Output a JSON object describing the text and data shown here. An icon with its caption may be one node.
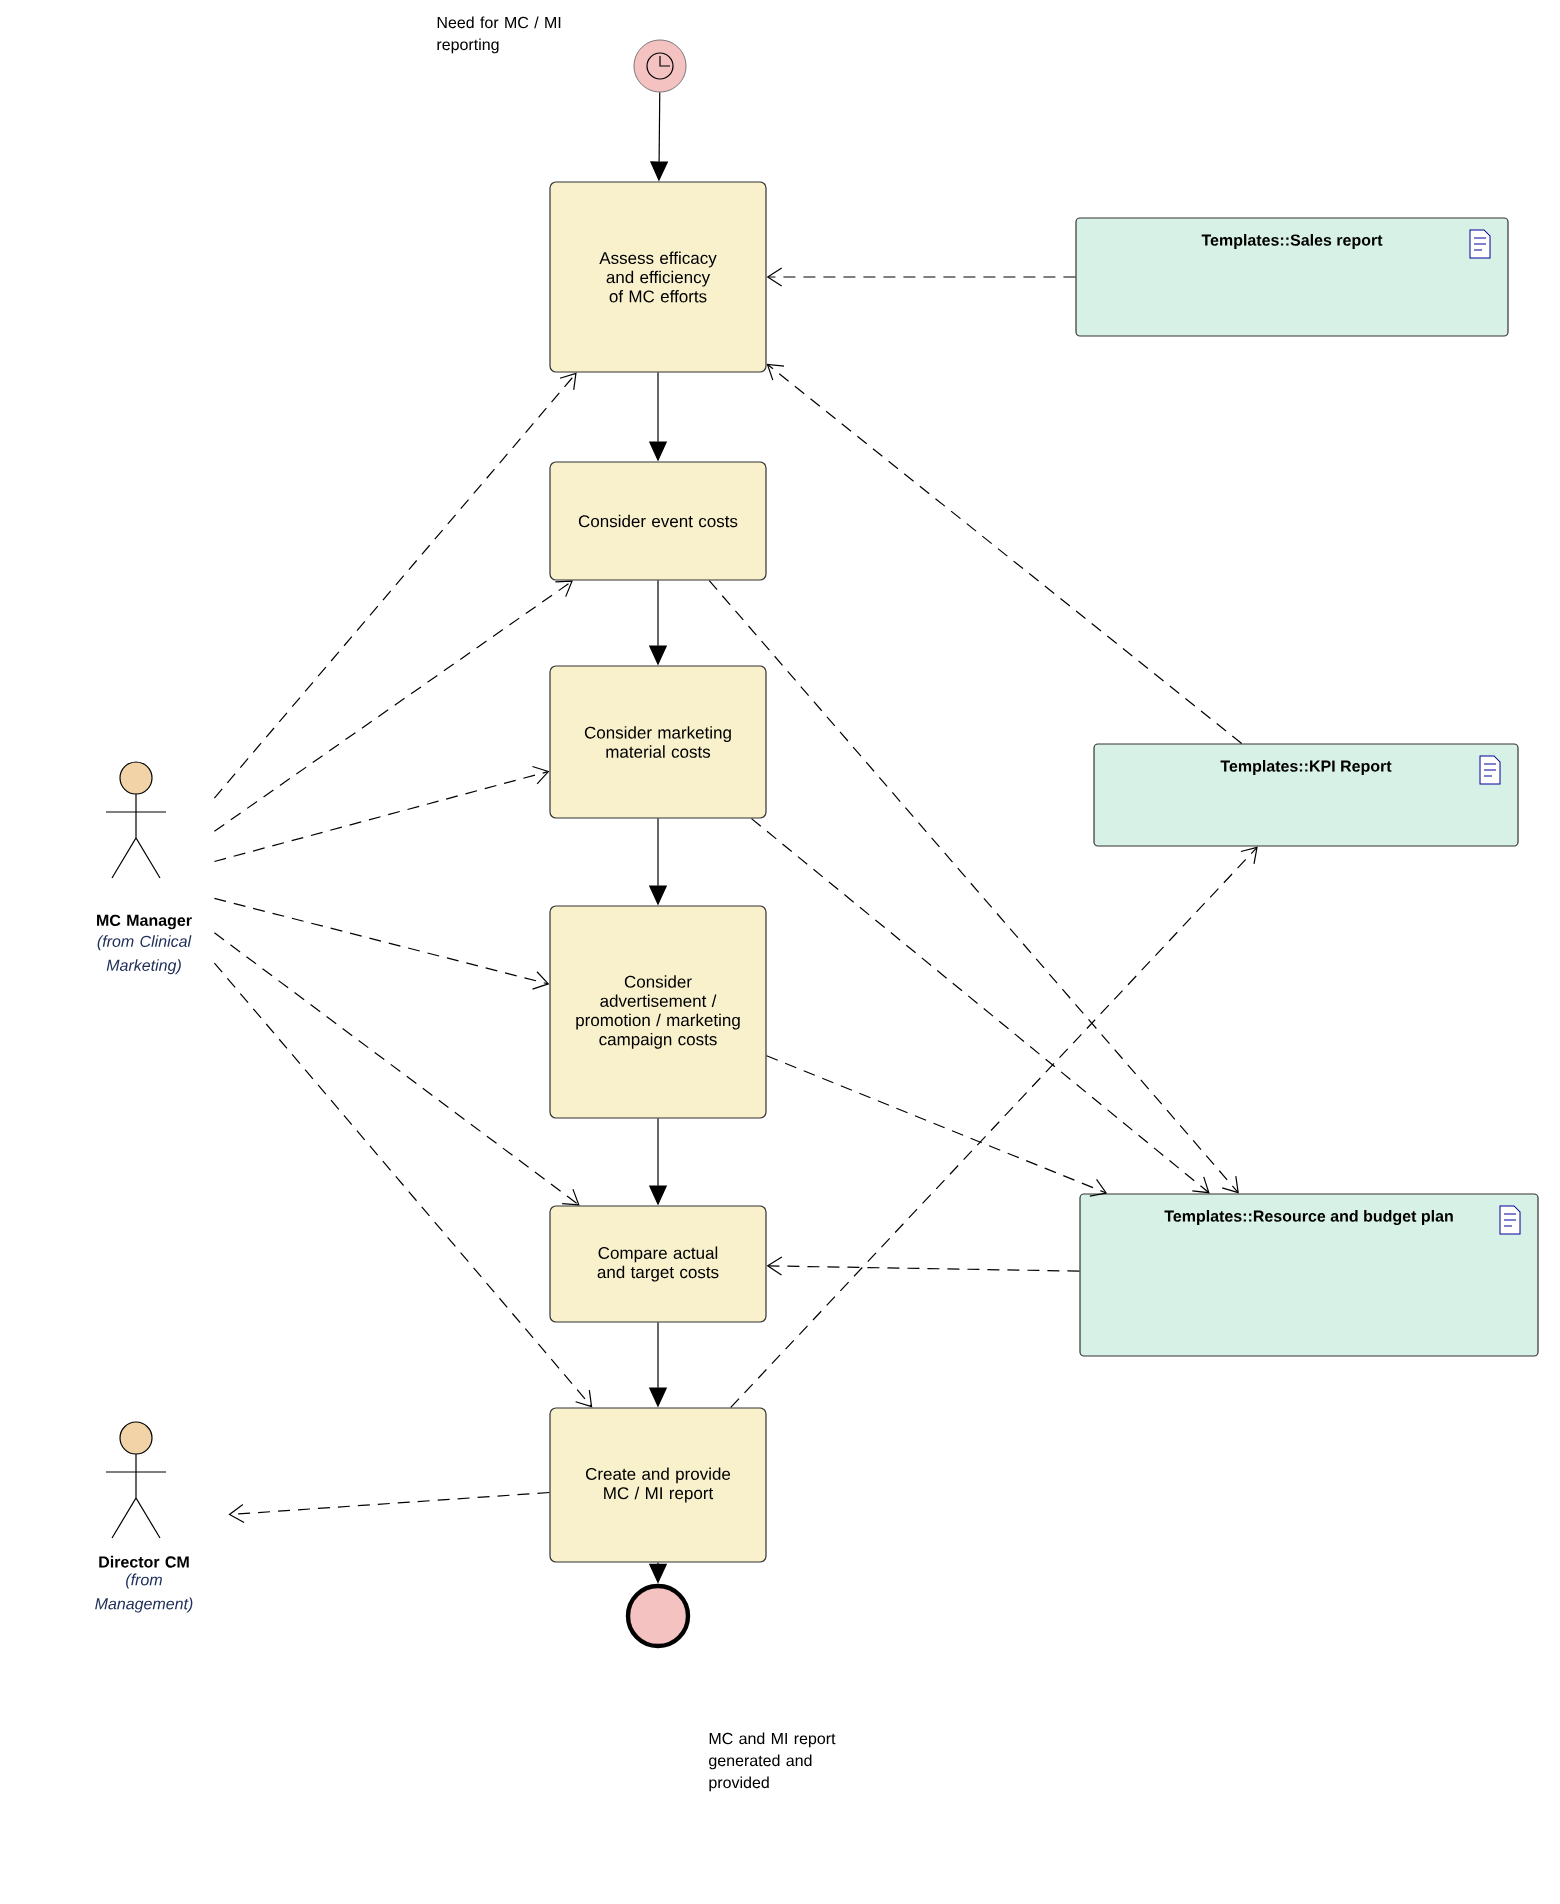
{
  "diagram": {
    "nodes": [
      {
        "text": [],
        "shape": "circle"
      },
      {
        "text": [
          "Assess efficacy and efficiency of MC efforts"
        ]
      },
      {
        "text": [
          "Consider event costs"
        ]
      },
      {
        "text": [
          "Consider marketing material costs"
        ]
      },
      {
        "text": [
          "Consider advertisement / promotion / marketing campaign costs"
        ]
      },
      {
        "text": [
          "Compare actual and target costs"
        ]
      },
      {
        "text": [
          "Create and provide MC / MI report"
        ]
      },
      {
        "text": [],
        "shape": "circle"
      },
      {
        "text": [
          "MC Manager",
          "(from Clinical Marketing)"
        ]
      },
      {
        "text": [
          "Director CM",
          "(from Management)"
        ]
      },
      {
        "text": [
          "Templates::Sales report"
        ]
      },
      {
        "text": [
          "Templates::KPI Report"
        ]
      },
      {
        "text": [
          "Templates::Resource and budget plan"
        ]
      }
    ],
    "edges": [
      {
        "from": 0,
        "to": 1,
        "arrow": "to"
      },
      {
        "from": 1,
        "to": 2,
        "arrow": "to"
      },
      {
        "from": 2,
        "to": 3,
        "arrow": "to"
      },
      {
        "from": 3,
        "to": 4,
        "arrow": "to"
      },
      {
        "from": 4,
        "to": 5,
        "arrow": "to"
      },
      {
        "from": 5,
        "to": 6,
        "arrow": "to"
      },
      {
        "from": 6,
        "to": 7,
        "arrow": "to"
      },
      {
        "from": 8,
        "to": 1,
        "arrow": "to",
        "style": "dashed"
      },
      {
        "from": 8,
        "to": 2,
        "arrow": "to",
        "style": "dashed"
      },
      {
        "from": 8,
        "to": 3,
        "arrow": "to",
        "style": "dashed"
      },
      {
        "from": 8,
        "to": 4,
        "arrow": "to",
        "style": "dashed"
      },
      {
        "from": 8,
        "to": 5,
        "arrow": "to",
        "style": "dashed"
      },
      {
        "from": 8,
        "to": 6,
        "arrow": "to",
        "style": "dashed"
      },
      {
        "from": 10,
        "to": 1,
        "arrow": "to",
        "style": "dashed"
      },
      {
        "from": 11,
        "to": 1,
        "arrow": "to",
        "style": "dashed"
      },
      {
        "from": 2,
        "to": 12,
        "arrow": "to",
        "style": "dashed"
      },
      {
        "from": 3,
        "to": 12,
        "arrow": "to",
        "style": "dashed"
      },
      {
        "from": 4,
        "to": 12,
        "arrow": "to",
        "style": "dashed"
      },
      {
        "from": 12,
        "to": 5,
        "arrow": "to",
        "style": "dashed"
      },
      {
        "from": 6,
        "to": 11,
        "arrow": "to",
        "style": "dashed"
      },
      {
        "from": 6,
        "to": 9,
        "arrow": "to",
        "style": "dashed"
      }
    ],
    "labels": [
      "Need for MC / MI reporting",
      "MC and MI report generated and provided"
    ]
  }
}
